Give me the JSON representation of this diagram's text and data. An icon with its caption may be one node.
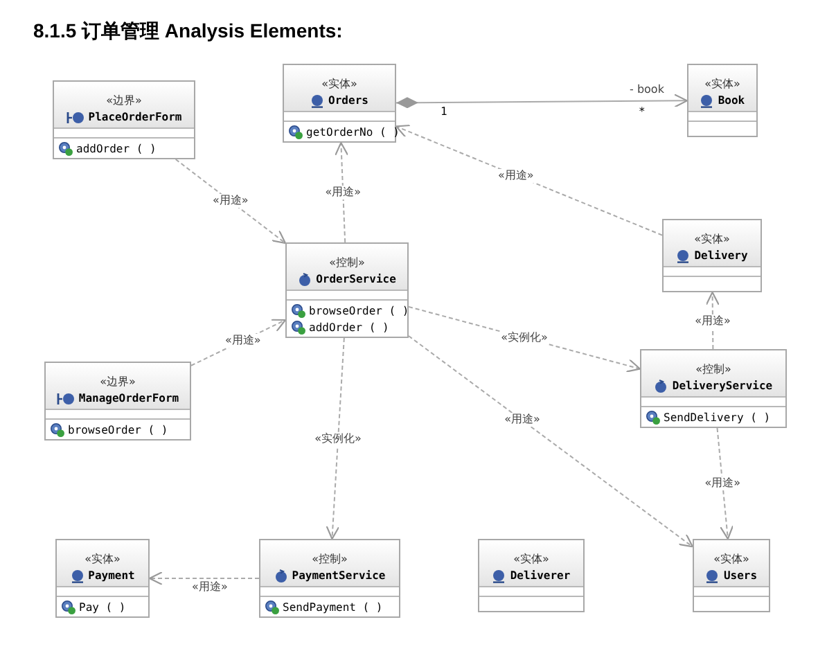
{
  "diagram": {
    "title": "8.1.5 订单管理   Analysis Elements:",
    "nodes": [
      {
        "text": [
          "«边界»",
          "PlaceOrderForm",
          "addOrder ( )"
        ]
      },
      {
        "text": [
          "«实体»",
          "Orders",
          "getOrderNo ( )"
        ]
      },
      {
        "text": [
          "«实体»",
          "Book"
        ]
      },
      {
        "text": [
          "«控制»",
          "OrderService",
          "browseOrder ( )",
          "addOrder ( )"
        ]
      },
      {
        "text": [
          "«实体»",
          "Delivery"
        ]
      },
      {
        "text": [
          "«边界»",
          "ManageOrderForm",
          "browseOrder ( )"
        ]
      },
      {
        "text": [
          "«控制»",
          "DeliveryService",
          "SendDelivery ( )"
        ]
      },
      {
        "text": [
          "«实体»",
          "Payment",
          "Pay ( )"
        ]
      },
      {
        "text": [
          "«控制»",
          "PaymentService",
          "SendPayment ( )"
        ]
      },
      {
        "text": [
          "«实体»",
          "Deliverer"
        ]
      },
      {
        "text": [
          "«实体»",
          "Users"
        ]
      }
    ],
    "edges": [
      {
        "from": 1,
        "to": 2,
        "arrow": "to",
        "label": "- book"
      },
      {
        "from": 0,
        "to": 3,
        "arrow": "to",
        "label": "«用途»",
        "style": "dashed"
      },
      {
        "from": 3,
        "to": 1,
        "arrow": "to",
        "label": "«用途»",
        "style": "dashed"
      },
      {
        "from": 4,
        "to": 1,
        "arrow": "to",
        "label": "«用途»",
        "style": "dashed"
      },
      {
        "from": 5,
        "to": 3,
        "arrow": "to",
        "label": "«用途»",
        "style": "dashed"
      },
      {
        "from": 3,
        "to": 6,
        "arrow": "to",
        "label": "«实例化»",
        "style": "dashed"
      },
      {
        "from": 6,
        "to": 4,
        "arrow": "to",
        "label": "«用途»",
        "style": "dashed"
      },
      {
        "from": 3,
        "to": 8,
        "arrow": "to",
        "label": "«实例化»",
        "style": "dashed"
      },
      {
        "from": 3,
        "to": 10,
        "arrow": "to",
        "label": "«用途»",
        "style": "dashed"
      },
      {
        "from": 6,
        "to": 10,
        "arrow": "to",
        "label": "«用途»",
        "style": "dashed"
      },
      {
        "from": 8,
        "to": 7,
        "arrow": "to",
        "label": "«用途»",
        "style": "dashed"
      }
    ],
    "labels": [
      "1",
      "*"
    ]
  }
}
